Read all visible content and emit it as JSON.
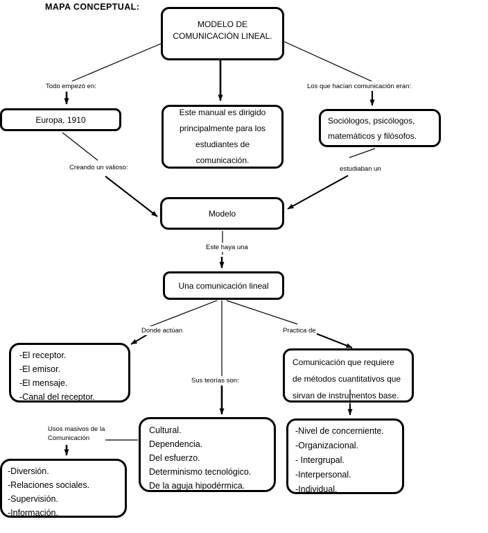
{
  "page": {
    "title": "MAPA CONCEPTUAL:"
  },
  "colors": {
    "ink": "#000000",
    "background": "#ffffff"
  },
  "nodes": {
    "root": "MODELO DE\nCOMUNICACIÓN LINEAL.",
    "europa": "Europa, 1910",
    "manual": "Este manual es dirigido\nprincipalmente para los\nestudiantes de\ncomunicación.",
    "sociologos": "Sociólogos, psicólogos,\nmatemáticos y filósofos.",
    "modelo": "Modelo",
    "lineal": "Una comunicación lineal",
    "receptor": "-El receptor.\n-El emisor.\n-El mensaje.\n-Canal del receptor.",
    "cuantitativos": "Comunicación que requiere\nde métodos cuantitativos que\nsirvan de instrumentos base.",
    "teorias": "Cultural.\nDependencia.\nDel esfuerzo.\nDeterminismo tecnológico.\nDe la aguja hipodérmica.",
    "niveles": "-Nivel de concerniente.\n-Organizacional.\n- Intergrupal.\n-Interpersonal.\n-Individual.",
    "usos": "-Diversión.\n-Relaciones sociales.\n-Supervisión.\n-Información."
  },
  "labels": {
    "todo_empezo": "Todo empezó en:",
    "los_que_hacian": "Los que hacían comunicación eran:",
    "creando": "Creando un valioso:",
    "estudiaban": "estudiaban un",
    "este_haya": "Este haya una",
    "donde_actuan": "Donde actúan",
    "practica_de": "Practica de",
    "sus_teorias": "Sus teorías son:",
    "usos_masivos": "Usos masivos de la\nComunicación"
  }
}
